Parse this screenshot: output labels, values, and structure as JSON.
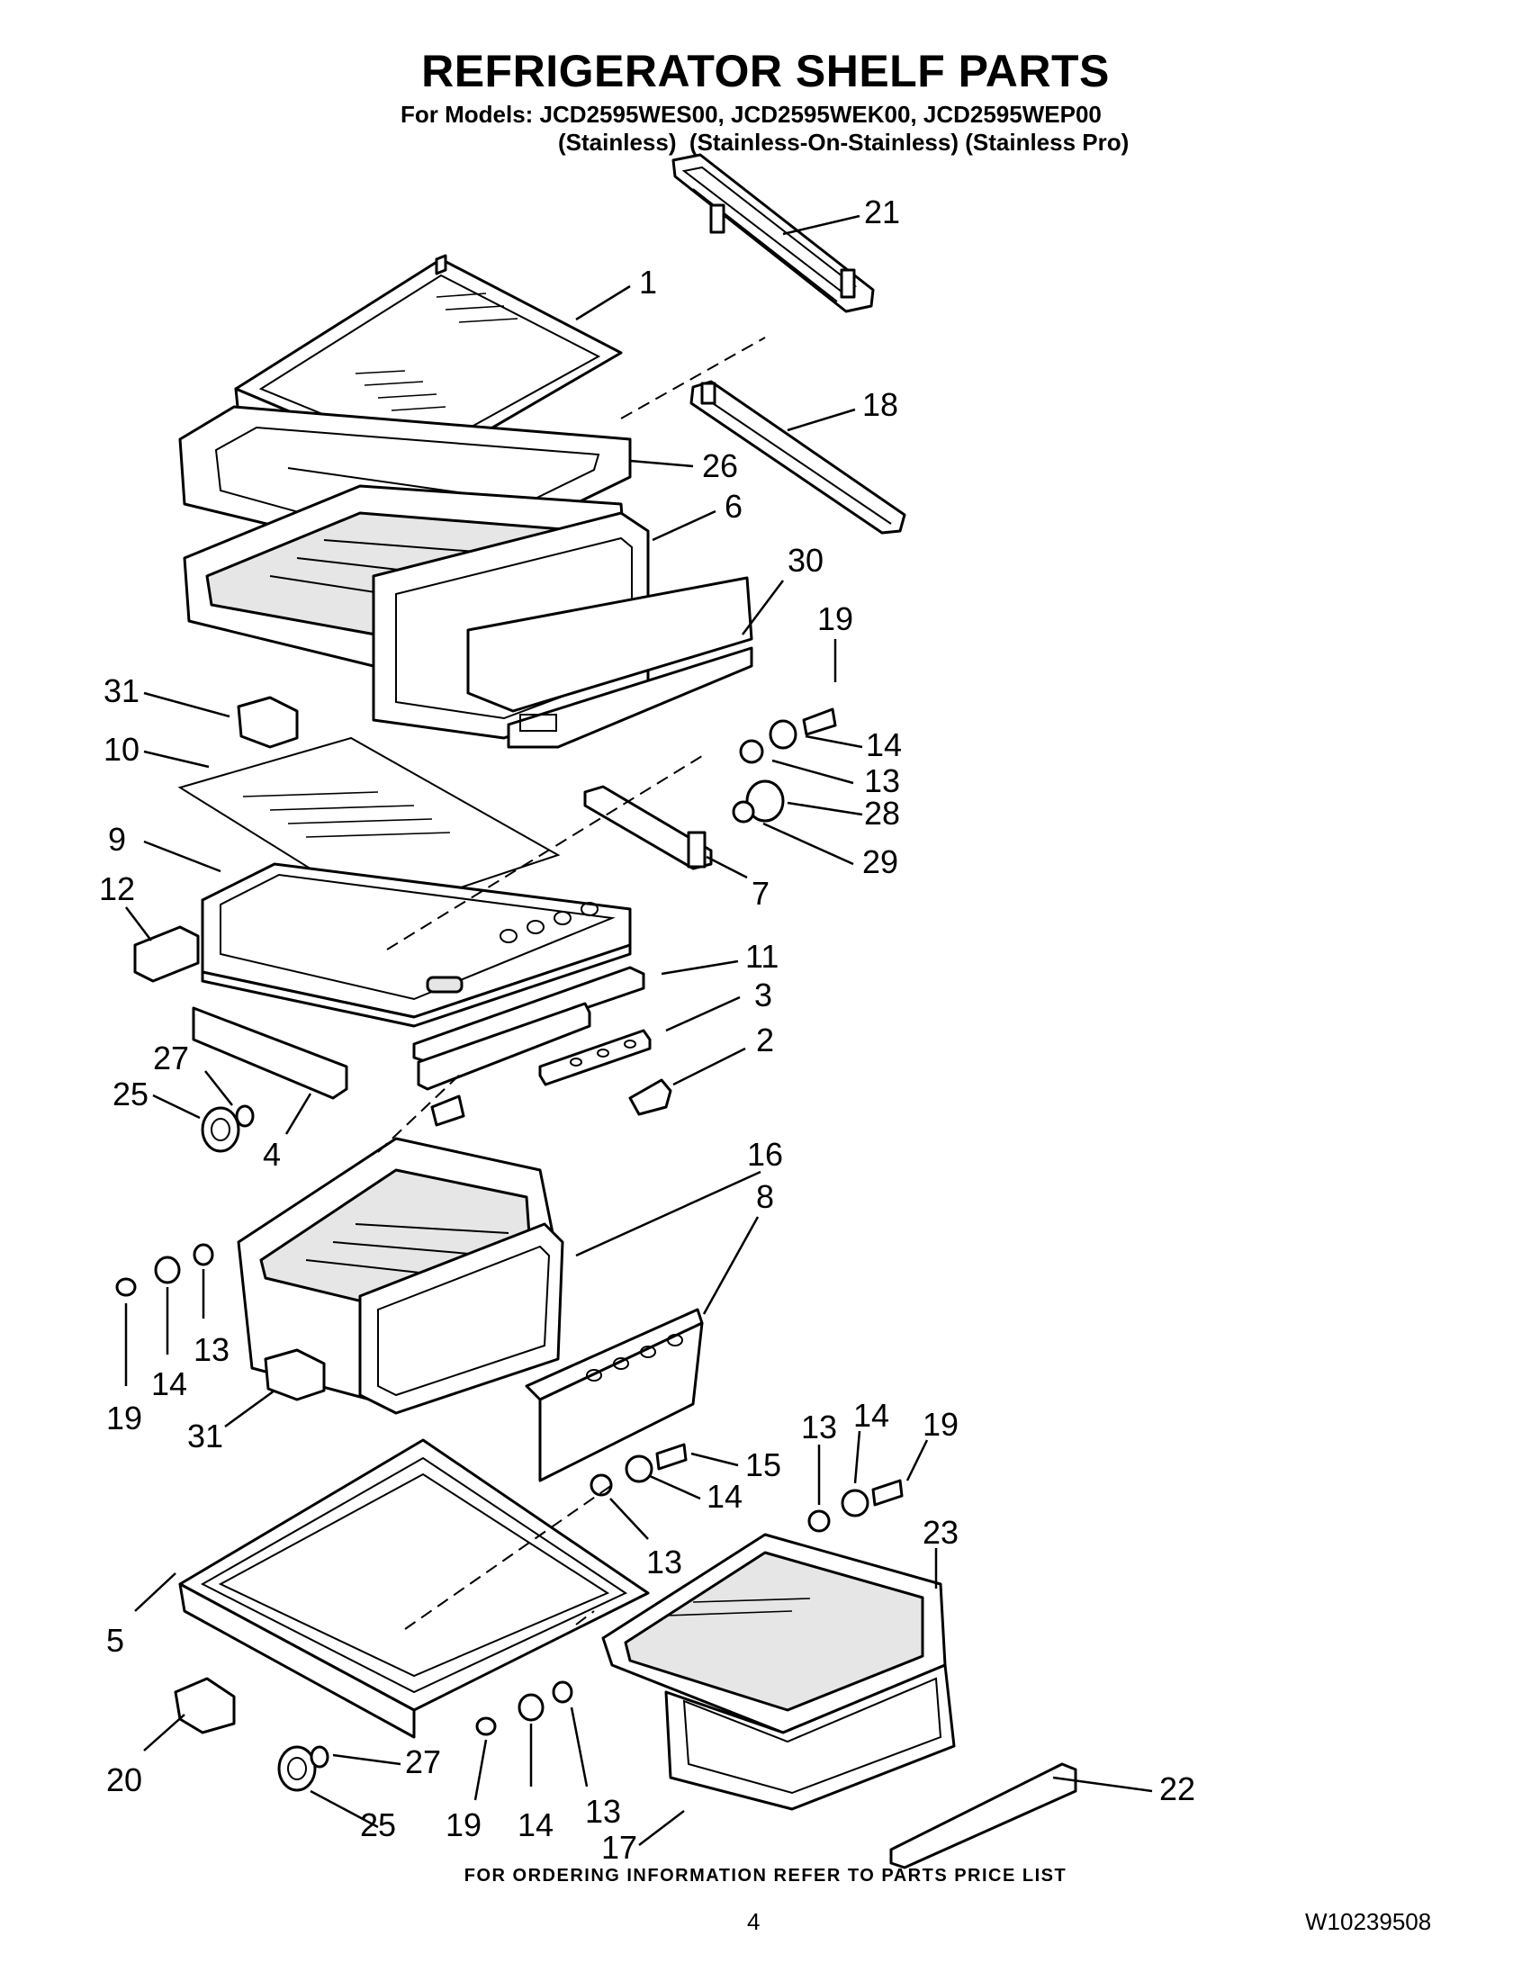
{
  "header": {
    "title": "REFRIGERATOR SHELF PARTS",
    "models_line": "For Models: JCD2595WES00, JCD2595WEK00, JCD2595WEP00",
    "variants_line": "(Stainless)  (Stainless-On-Stainless) (Stainless Pro)"
  },
  "footer": {
    "ordering_note": "FOR ORDERING INFORMATION REFER TO PARTS PRICE LIST",
    "page_number": "4",
    "document_number": "W10239508"
  },
  "callouts": [
    "21",
    "1",
    "18",
    "26",
    "6",
    "30",
    "19",
    "14",
    "13",
    "28",
    "29",
    "31",
    "10",
    "9",
    "7",
    "12",
    "11",
    "3",
    "2",
    "27",
    "25",
    "4",
    "16",
    "8",
    "19",
    "14",
    "13",
    "31",
    "13",
    "14",
    "19",
    "15",
    "14",
    "13",
    "23",
    "5",
    "20",
    "27",
    "25",
    "19",
    "14",
    "13",
    "17",
    "22"
  ]
}
